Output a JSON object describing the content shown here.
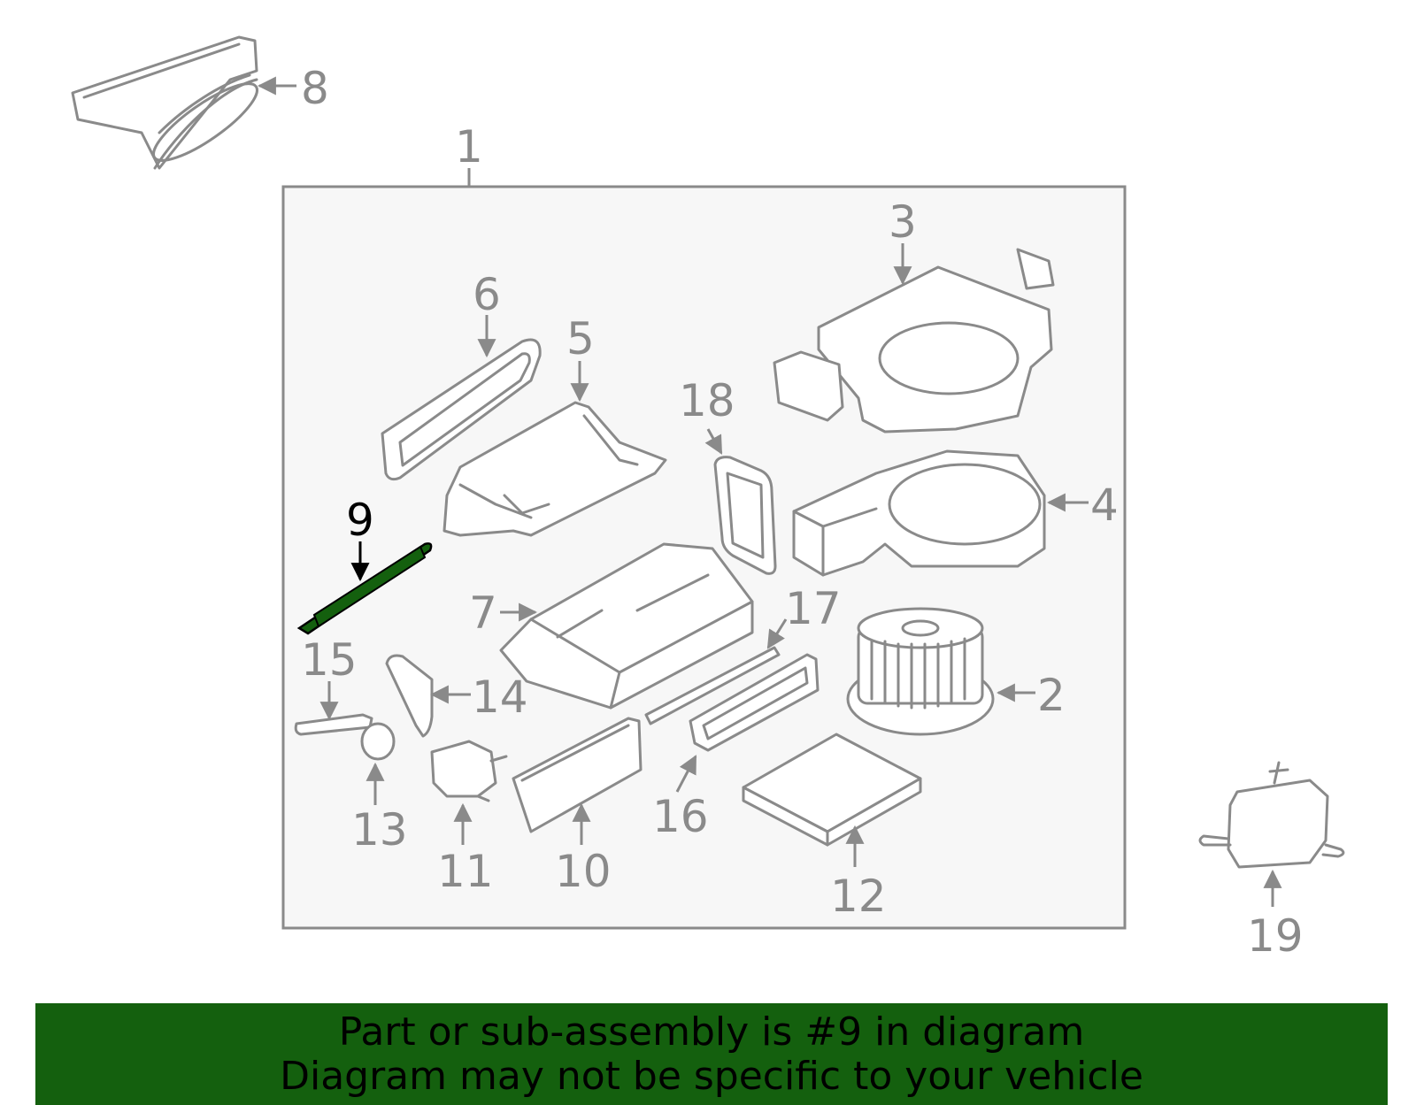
{
  "callouts": {
    "n1": "1",
    "n2": "2",
    "n3": "3",
    "n4": "4",
    "n5": "5",
    "n6": "6",
    "n7": "7",
    "n8": "8",
    "n9": "9",
    "n10": "10",
    "n11": "11",
    "n12": "12",
    "n13": "13",
    "n14": "14",
    "n15": "15",
    "n16": "16",
    "n17": "17",
    "n18": "18",
    "n19": "19"
  },
  "highlighted_part": "9",
  "colors": {
    "highlight": "#14600e",
    "banner_bg": "#14600e",
    "line": "#8a8a8a",
    "box_bg": "#f7f7f7"
  },
  "banner": {
    "line1": "Part or sub-assembly is #9 in diagram",
    "line2": "Diagram may not be specific to your vehicle"
  }
}
